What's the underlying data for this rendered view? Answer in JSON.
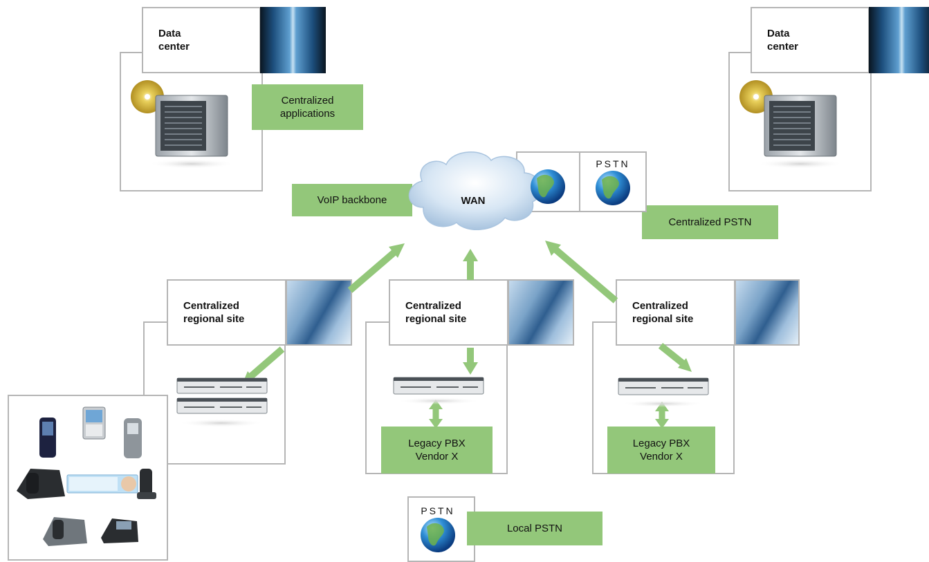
{
  "data_centers": [
    {
      "title": "Data\ncenter",
      "photo": "data-center-corridor"
    },
    {
      "title": "Data\ncenter",
      "photo": "data-center-corridor"
    }
  ],
  "labels": {
    "centralized_applications": "Centralized\napplications",
    "voip_backbone": "VoIP backbone",
    "wan": "WAN",
    "centralized_pstn": "Centralized PSTN",
    "local_pstn": "Local PSTN"
  },
  "globes": {
    "pstn_text": "PSTN"
  },
  "regional_sites": [
    {
      "title": "Centralized\nregional site"
    },
    {
      "title": "Centralized\nregional site",
      "pbx": "Legacy PBX\nVendor X"
    },
    {
      "title": "Centralized\nregional site",
      "pbx": "Legacy PBX\nVendor X"
    }
  ],
  "colors": {
    "accent_green": "#93c77a",
    "frame_gray": "#b5b5b5",
    "cloud_blue": "#c9dcef"
  },
  "icons": [
    "server-with-disc-icon",
    "globe-icon",
    "pstn-globe-icon",
    "network-switch-icon",
    "mobile-phone-icon",
    "desk-phone-icon",
    "dect-handset-icon",
    "softphone-icon",
    "cloud-icon",
    "arrow-icon"
  ]
}
